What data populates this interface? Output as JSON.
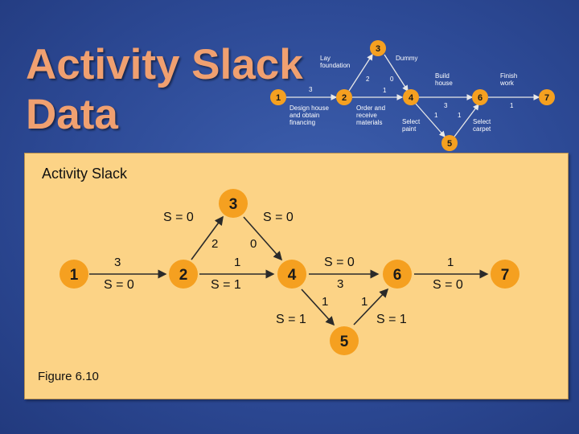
{
  "title": {
    "line1": "Activity Slack",
    "line2": "Data"
  },
  "top_network": {
    "nodes": [
      "1",
      "2",
      "3",
      "4",
      "5",
      "6",
      "7"
    ],
    "activities": {
      "lay_foundation": "Lay\nfoundation",
      "dummy": "Dummy",
      "build_house": "Build\nhouse",
      "finish_work": "Finish\nwork",
      "design_house": "Design house\nand obtain\nfinancing",
      "order_materials": "Order and\nreceive\nmaterials",
      "select_paint": "Select\npaint",
      "select_carpet": "Select\ncarpet"
    },
    "durations": {
      "d12": "3",
      "d23": "2",
      "d34": "0",
      "d24": "1",
      "d46": "3",
      "d45": "1",
      "d56": "1",
      "d67": "1"
    }
  },
  "slack_panel": {
    "heading": "Activity Slack",
    "caption": "Figure 6.10",
    "nodes": [
      "1",
      "2",
      "3",
      "4",
      "5",
      "6",
      "7"
    ],
    "durations": {
      "d12": "3",
      "d23": "2",
      "d34": "0",
      "d24": "1",
      "d46": "3",
      "d45": "1",
      "d56": "1",
      "d67": "1"
    },
    "slacks": {
      "s12": "S = 0",
      "s23": "S = 0",
      "s34": "S = 0",
      "s24": "S = 1",
      "s46": "S = 0",
      "s45": "S = 1",
      "s56": "S = 1",
      "s67": "S = 0"
    }
  },
  "colors": {
    "node_fill": "#f5a020",
    "top_arrow": "#e8e8e8",
    "panel_bg": "#fcd386",
    "title": "#f0a070"
  }
}
